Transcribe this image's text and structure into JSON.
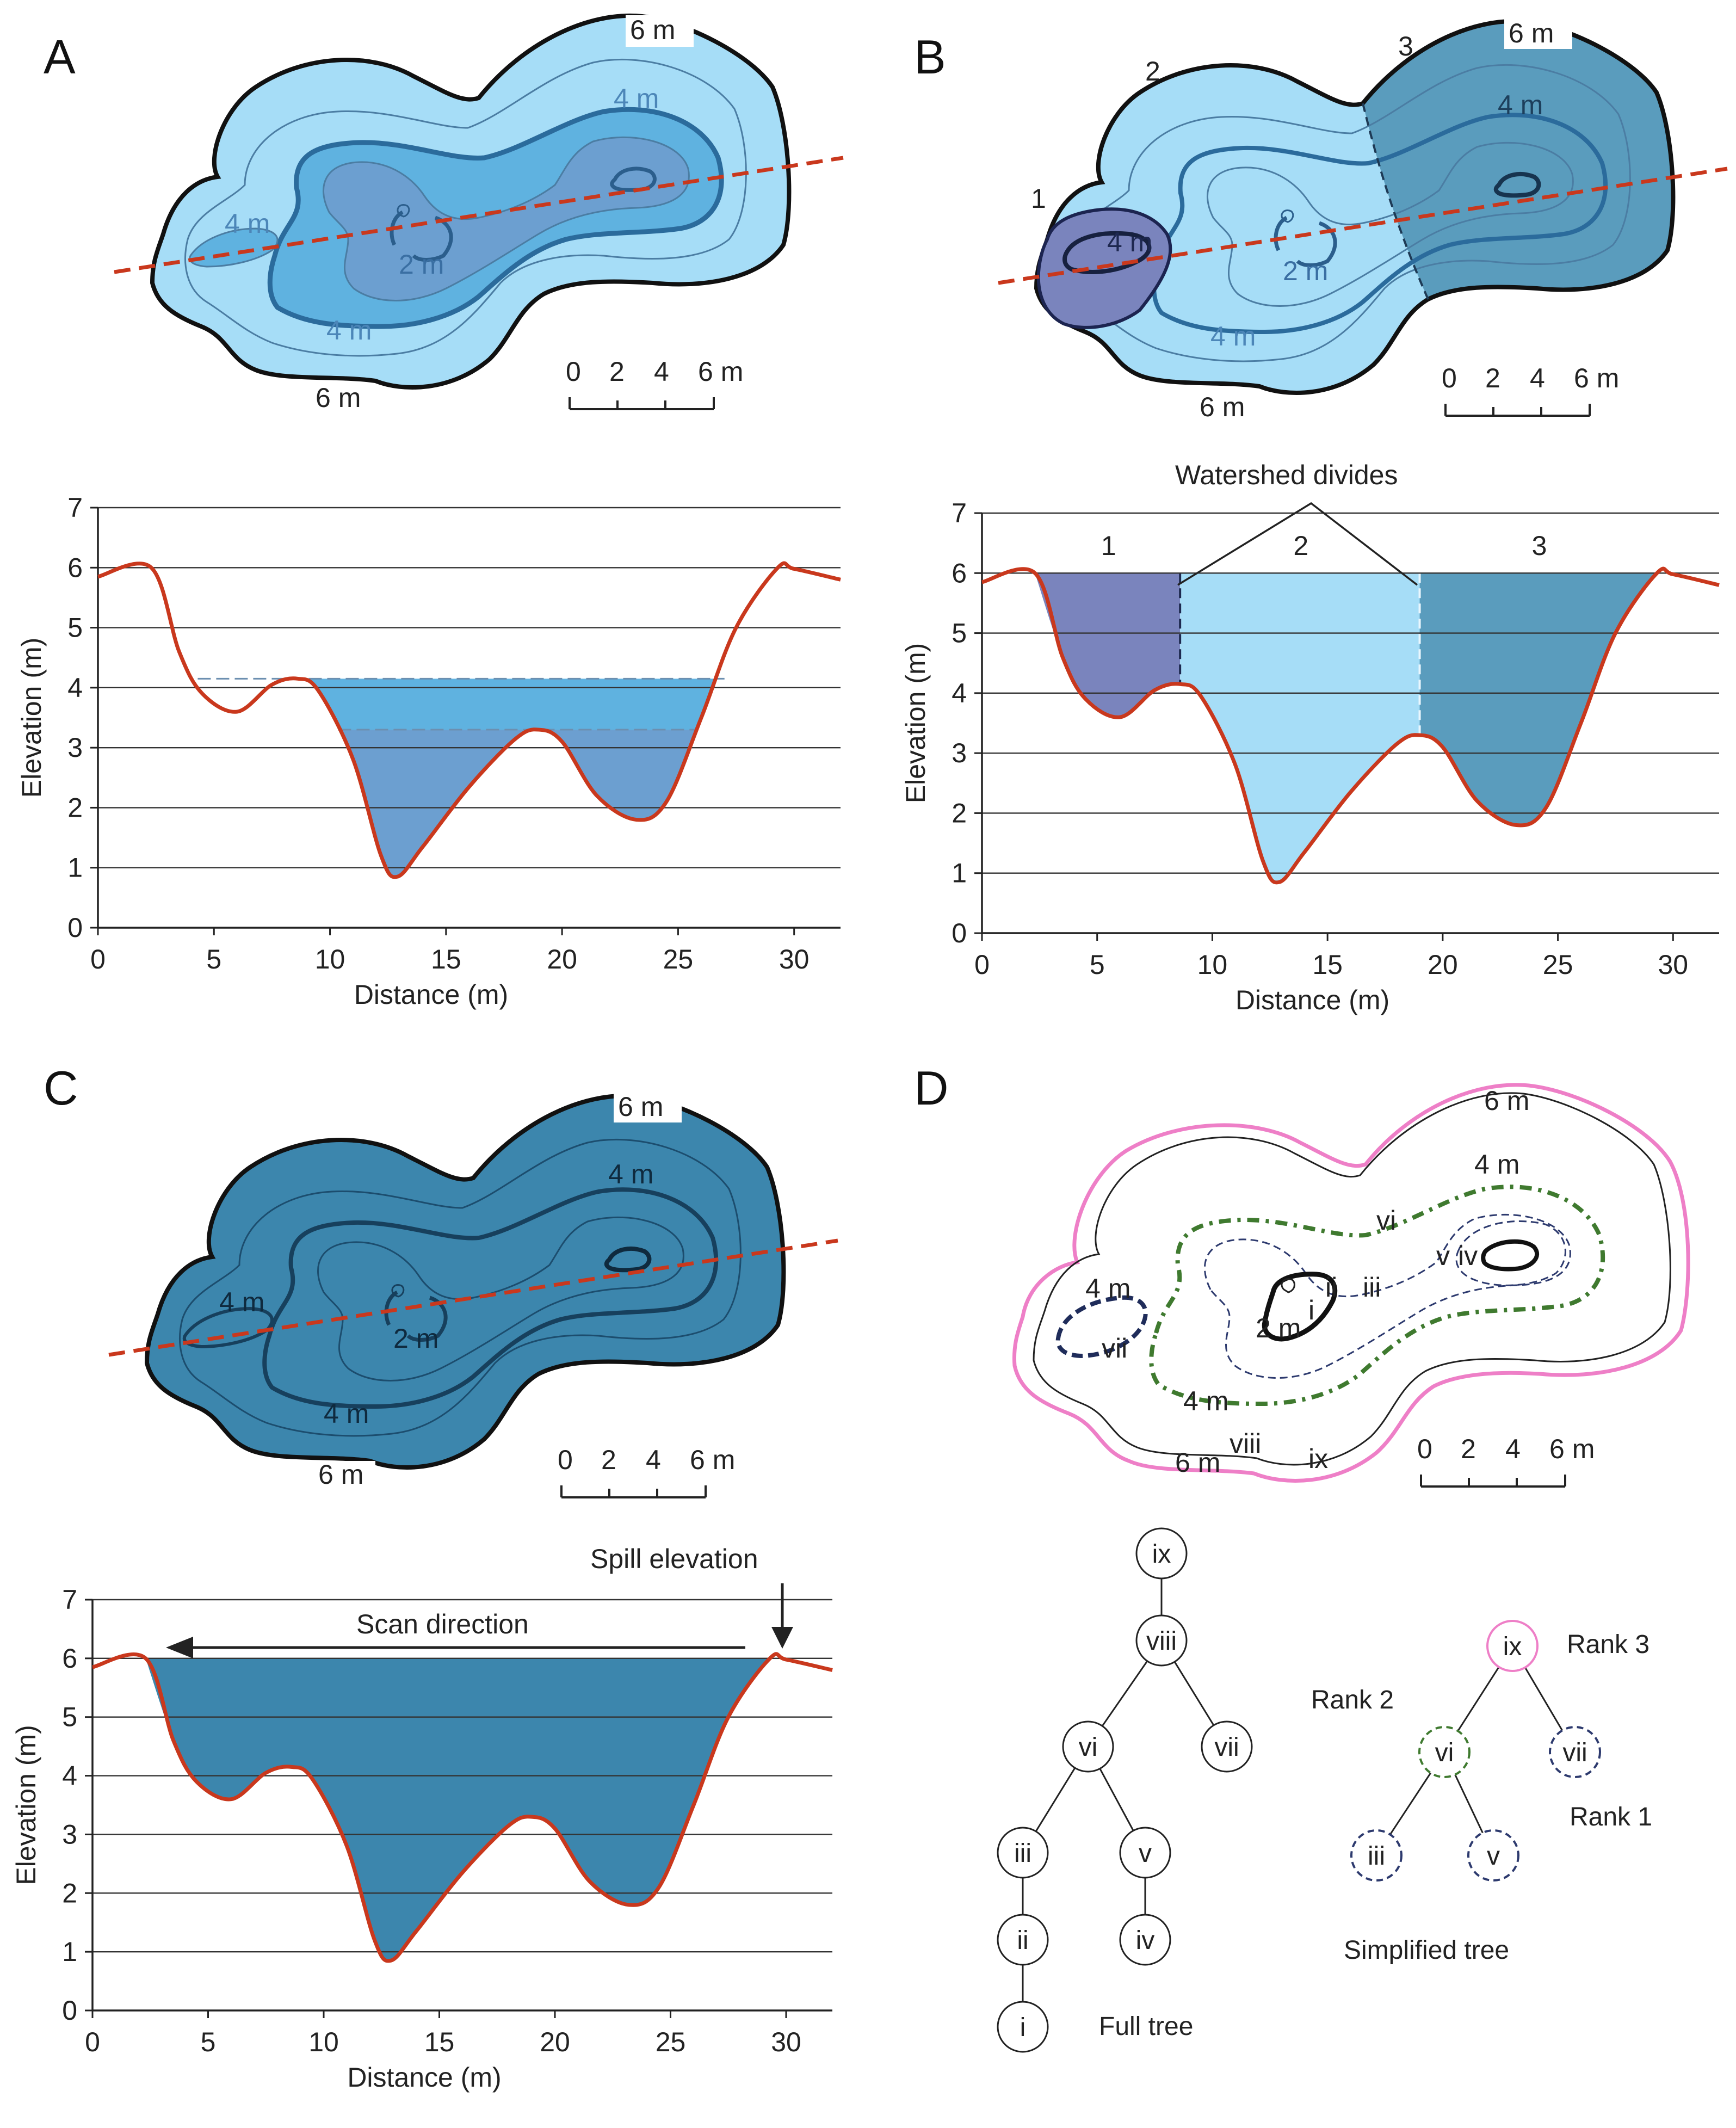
{
  "panels": {
    "a": {
      "letter": "A"
    },
    "b": {
      "letter": "B"
    },
    "c": {
      "letter": "C"
    },
    "d": {
      "letter": "D"
    }
  },
  "map_labels": {
    "contour_6m": "6 m",
    "contour_4m": "4 m",
    "contour_2m": "2 m",
    "depression_1": "1",
    "depression_2": "2",
    "depression_3": "3"
  },
  "scale_bar": {
    "labels": [
      "0",
      "2",
      "4",
      "6 m"
    ]
  },
  "colors": {
    "level_6": "#a6ddf7",
    "level_4": "#5fb2e0",
    "level_2": "#6c9fd0",
    "basin_1": "#7a84bd",
    "basin_3": "#5a9cbd",
    "filled": "#3c86ad",
    "profile_line": "#c9381d",
    "rank_3": "#ee7fc7",
    "rank_2": "#3f7a2f",
    "rank_1": "#2d3a6e"
  },
  "chart_data": [
    {
      "panel": "A",
      "type": "area",
      "xlabel": "Distance (m)",
      "ylabel": "Elevation (m)",
      "xlim": [
        0,
        32
      ],
      "ylim": [
        0,
        7
      ],
      "xticks": [
        0,
        5,
        10,
        15,
        20,
        25,
        30
      ],
      "yticks": [
        0,
        1,
        2,
        3,
        4,
        5,
        6,
        7
      ],
      "profile": {
        "x": [
          0,
          2.3,
          3.5,
          4.5,
          6,
          7.5,
          8.6,
          9.5,
          11,
          12.2,
          12.9,
          14,
          16,
          18,
          19,
          20,
          21.5,
          23.2,
          24.5,
          26,
          27.5,
          29.3,
          30,
          32
        ],
        "y": [
          5.85,
          6.0,
          4.6,
          3.9,
          3.6,
          4.05,
          4.15,
          3.95,
          2.8,
          1.2,
          0.85,
          1.35,
          2.35,
          3.15,
          3.3,
          3.1,
          2.2,
          1.8,
          2.1,
          3.5,
          5.0,
          6.0,
          5.98,
          5.8
        ]
      },
      "fill_levels": [
        6,
        4.15,
        3.3
      ]
    },
    {
      "panel": "B",
      "type": "area",
      "xlabel": "Distance (m)",
      "ylabel": "Elevation (m)",
      "title": "Watershed divides",
      "xlim": [
        0,
        32
      ],
      "ylim": [
        0,
        7
      ],
      "xticks": [
        0,
        5,
        10,
        15,
        20,
        25,
        30
      ],
      "yticks": [
        0,
        1,
        2,
        3,
        4,
        5,
        6,
        7
      ],
      "basins": [
        {
          "name": "1",
          "from": 2.3,
          "to": 8.6
        },
        {
          "name": "2",
          "from": 8.6,
          "to": 19
        },
        {
          "name": "3",
          "from": 19,
          "to": 29.3
        }
      ],
      "divides_x": [
        8.6,
        19
      ]
    },
    {
      "panel": "C",
      "type": "area",
      "xlabel": "Distance (m)",
      "ylabel": "Elevation (m)",
      "xlim": [
        0,
        32
      ],
      "ylim": [
        0,
        7
      ],
      "xticks": [
        0,
        5,
        10,
        15,
        20,
        25,
        30
      ],
      "yticks": [
        0,
        1,
        2,
        3,
        4,
        5,
        6,
        7
      ],
      "annotations": [
        "Scan direction",
        "Spill elevation"
      ],
      "fill_level": 6
    }
  ],
  "tree": {
    "full_label": "Full tree",
    "simplified_label": "Simplified tree",
    "nodes": [
      "i",
      "ii",
      "iii",
      "iv",
      "v",
      "vi",
      "vii",
      "viii",
      "ix"
    ],
    "rank_3": "Rank 3",
    "rank_2": "Rank 2",
    "rank_1": "Rank 1"
  }
}
